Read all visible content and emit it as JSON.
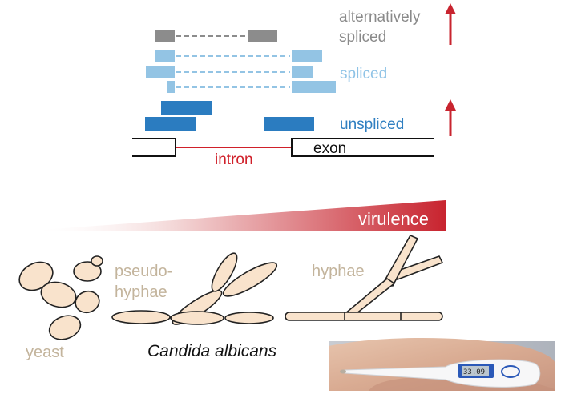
{
  "splicing": {
    "alt_label": "alternatively",
    "alt_label_2": "spliced",
    "spliced_label": "spliced",
    "unspliced_label": "unspliced",
    "intron_label": "intron",
    "exon_label": "exon"
  },
  "virulence": {
    "label": "virulence"
  },
  "morphology": {
    "yeast_label": "yeast",
    "pseudo_label_1": "pseudo-",
    "pseudo_label_2": "hyphae",
    "hyphae_label": "hyphae",
    "species_label": "Candida albicans"
  },
  "thermometer": {
    "reading": "33.09"
  },
  "colors": {
    "gray_read": "#8c8c8c",
    "light_blue_read": "#93c4e4",
    "dark_blue_read": "#2b7cc0",
    "intron_red": "#d0202a",
    "arrow_red": "#c8242f",
    "cell_fill": "#f9e3cc",
    "label_tan": "#c3b49c",
    "blue_label": "#2f7fc1",
    "light_blue_label": "#8fc3e6",
    "gray_label": "#8a8a8a"
  }
}
